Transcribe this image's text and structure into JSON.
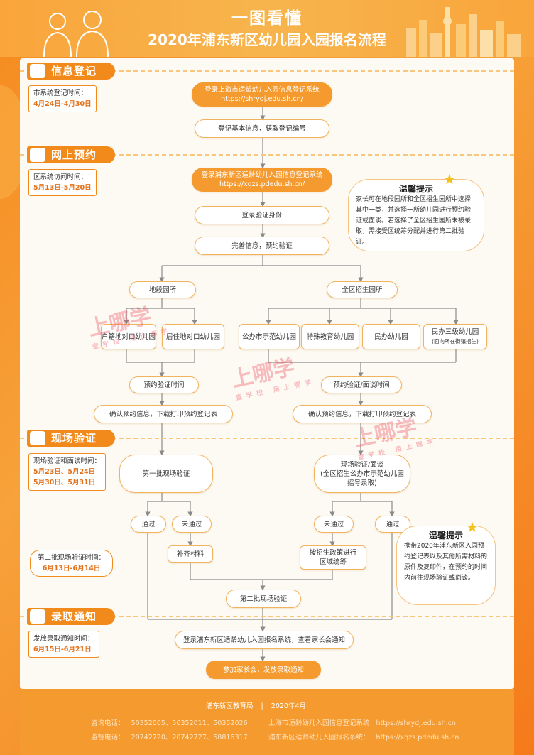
{
  "header": {
    "title_line1": "一图看懂",
    "title_line2": "2020年浦东新区幼儿园入园报名流程"
  },
  "sections": [
    {
      "label": "信息登记",
      "time_label": "市系统登记时间：",
      "times": [
        "4月24日-4月30日"
      ]
    },
    {
      "label": "网上预约",
      "time_label": "区系统访问时间：",
      "times": [
        "5月13日-5月20日"
      ]
    },
    {
      "label": "现场验证",
      "time_label": "现场验证和面谈时间：",
      "times": [
        "5月23日、5月24日",
        "5月30日、5月31日"
      ]
    },
    {
      "label": "录取通知",
      "time_label": "发放录取通知时间：",
      "times": [
        "6月15日-6月21日"
      ]
    }
  ],
  "second_check": {
    "label": "第二批现场验证时间：",
    "time": "6月13日-6月14日"
  },
  "nodes": {
    "n1": "登录上海市适龄幼儿入园信息登记系统",
    "n1_url": "https://shrydj.edu.sh.cn/",
    "n2": "登记基本信息，获取登记编号",
    "n3": "登录浦东新区适龄幼儿入园信息登记系统",
    "n3_url": "https://xqzs.pdedu.sh.cn/",
    "n4": "登录验证身份",
    "n5": "完善信息，预约验证",
    "n6": "地段园所",
    "n7": "全区招生园所",
    "n8": "户籍地对口幼儿园",
    "n9": "居住地对口幼儿园",
    "n10": "公办市示范幼儿园",
    "n11": "特殊教育幼儿园",
    "n12": "民办幼儿园",
    "n13": "民办三级幼儿园",
    "n13_sub": "(面向所在街镇招生)",
    "n14": "预约验证时间",
    "n15": "预约验证/面谈时间",
    "n16": "确认预约信息，下载打印预约登记表",
    "n17": "确认预约信息，下载打印预约登记表",
    "n18": "第一批现场验证",
    "n19_l1": "现场验证/面谈",
    "n19_l2": "(全区招生公办市示范幼儿园",
    "n19_l3": "摇号录取)",
    "n20": "通过",
    "n21": "未通过",
    "n22": "未通过",
    "n23": "通过",
    "n24": "补齐材料",
    "n25_l1": "按招生政策进行",
    "n25_l2": "区域统筹",
    "n26": "第二批现场验证",
    "n27": "登录浦东新区适龄幼儿入园报名系统，查看家长会通知",
    "n28": "参加家长会，发放录取通知"
  },
  "tips": [
    {
      "title": "温馨提示",
      "text": "家长可在地段园所和全区招生园所中选择其中一类，并选择一所幼儿园进行预约验证或面谈。若选择了全区招生园所未被录取，需接受区统筹分配并进行第二批验证。"
    },
    {
      "title": "温馨提示",
      "text": "携带2020年浦东新区入园预约登记表以及其他所需材料的原件及复印件，在预约的时间内前往现场验证或面谈。"
    }
  ],
  "watermark": {
    "brand": "上哪学",
    "slogan": "查学校 用上哪学"
  },
  "footer": {
    "org": "浦东新区教育局",
    "sep": "|",
    "date": "2020年4月",
    "consult_label": "咨询电话：",
    "consult_phones": "50352005、50352011、50352026",
    "supervise_label": "监督电话：",
    "supervise_phones": "20742720、20742727、58816317",
    "sys1_label": "上海市适龄幼儿入园信息登记系统",
    "sys1_url": "https://shrydj.edu.sh.cn",
    "sys2_label": "浦东新区适龄幼儿入园报名系统：",
    "sys2_url": "https://xqzs.pdedu.sh.cn"
  },
  "colors": {
    "accent": "#f28a1b",
    "node_border": "#f2b35e",
    "panel_bg": "#fdfaf3",
    "line": "#8a8a8a"
  }
}
